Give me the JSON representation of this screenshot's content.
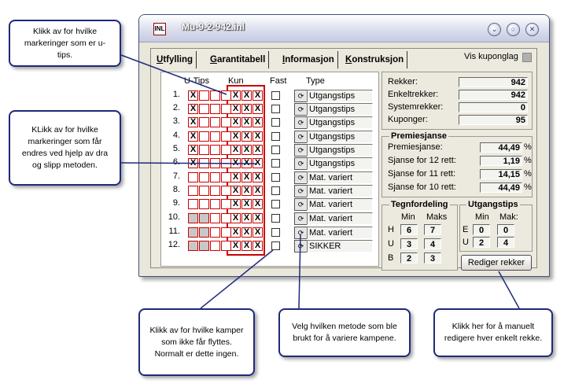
{
  "window": {
    "title": "Mu-9-2-942.inl",
    "icon": "INL"
  },
  "tabs": [
    {
      "first": "U",
      "rest": "tfylling"
    },
    {
      "first": "G",
      "rest": "arantitabell"
    },
    {
      "first": "I",
      "rest": "nformasjon"
    },
    {
      "first": "K",
      "rest": "onstruksjon"
    }
  ],
  "vis_kuponglag": "Vis kuponglag",
  "grid": {
    "headers": {
      "utips": "U-Tips",
      "kun": "Kun",
      "fast": "Fast",
      "type": "Type"
    },
    "rows": [
      {
        "num": "1.",
        "utips": [
          "X",
          "",
          "",
          ""
        ],
        "kun": [
          "X",
          "X",
          "X"
        ],
        "type": "Utgangstips"
      },
      {
        "num": "2.",
        "utips": [
          "X",
          "",
          "",
          ""
        ],
        "kun": [
          "X",
          "X",
          "X"
        ],
        "type": "Utgangstips"
      },
      {
        "num": "3.",
        "utips": [
          "X",
          "",
          "",
          ""
        ],
        "kun": [
          "X",
          "X",
          "X"
        ],
        "type": "Utgangstips"
      },
      {
        "num": "4.",
        "utips": [
          "X",
          "",
          "",
          ""
        ],
        "kun": [
          "X",
          "X",
          "X"
        ],
        "type": "Utgangstips"
      },
      {
        "num": "5.",
        "utips": [
          "X",
          "",
          "",
          ""
        ],
        "kun": [
          "X",
          "X",
          "X"
        ],
        "type": "Utgangstips"
      },
      {
        "num": "6.",
        "utips": [
          "X",
          "",
          "",
          ""
        ],
        "kun": [
          "X",
          "X",
          "X"
        ],
        "type": "Utgangstips"
      },
      {
        "num": "7.",
        "utips": [
          "",
          "",
          "",
          ""
        ],
        "kun": [
          "X",
          "X",
          "X"
        ],
        "type": "Mat. variert"
      },
      {
        "num": "8.",
        "utips": [
          "",
          "",
          "",
          ""
        ],
        "kun": [
          "X",
          "X",
          "X"
        ],
        "type": "Mat. variert"
      },
      {
        "num": "9.",
        "utips": [
          "",
          "",
          "",
          ""
        ],
        "kun": [
          "X",
          "X",
          "X"
        ],
        "type": "Mat. variert"
      },
      {
        "num": "10.",
        "utips": [
          "",
          "",
          "",
          ""
        ],
        "kun": [
          "X",
          "X",
          "X"
        ],
        "type": "Mat. variert"
      },
      {
        "num": "11.",
        "utips": [
          "",
          "",
          "",
          ""
        ],
        "kun": [
          "X",
          "X",
          "X"
        ],
        "type": "Mat. variert"
      },
      {
        "num": "12.",
        "utips": [
          "",
          "",
          "",
          ""
        ],
        "kun": [
          "X",
          "X",
          "X"
        ],
        "type": "SIKKER"
      }
    ]
  },
  "stats": [
    {
      "label": "Rekker:",
      "value": "942"
    },
    {
      "label": "Enkeltrekker:",
      "value": "942"
    },
    {
      "label": "Systemrekker:",
      "value": "0"
    },
    {
      "label": "Kuponger:",
      "value": "95"
    }
  ],
  "premiesjanse": {
    "title": "Premiesjanse",
    "rows": [
      {
        "label": "Premiesjanse:",
        "value": "44,49",
        "unit": "%"
      },
      {
        "label": "Sjanse for 12 rett:",
        "value": "1,19",
        "unit": "%"
      },
      {
        "label": "Sjanse for 11 rett:",
        "value": "14,15",
        "unit": "%"
      },
      {
        "label": "Sjanse for 10 rett:",
        "value": "44,49",
        "unit": "%"
      }
    ]
  },
  "tegnfordeling": {
    "title": "Tegnfordeling",
    "min": "Min",
    "max": "Maks",
    "rows": [
      {
        "label": "H",
        "min": "6",
        "max": "7"
      },
      {
        "label": "U",
        "min": "3",
        "max": "4"
      },
      {
        "label": "B",
        "min": "2",
        "max": "3"
      }
    ]
  },
  "utgangstips": {
    "title": "Utgangstips",
    "min": "Min",
    "max": "Mak:",
    "rows": [
      {
        "label": "E",
        "min": "0",
        "max": "0"
      },
      {
        "label": "U",
        "min": "2",
        "max": "4"
      }
    ]
  },
  "rediger_button": "Rediger rekker",
  "callouts": {
    "utips": "Klikk av for hvilke markeringer som er u-tips.",
    "kun": "KLikk av for hvilke markeringer som får endres ved hjelp av dra og slipp metoden.",
    "fast": "Klikk av for hvilke kamper som ikke får flyttes. Normalt er dette ingen.",
    "type": "Velg hvilken metode som ble brukt for å variere kampene.",
    "rediger": "Klikk her for å manuelt redigere hver enkelt rekke."
  },
  "colors": {
    "accent_red": "#cc0000",
    "callout_border": "#1f2a7a"
  }
}
